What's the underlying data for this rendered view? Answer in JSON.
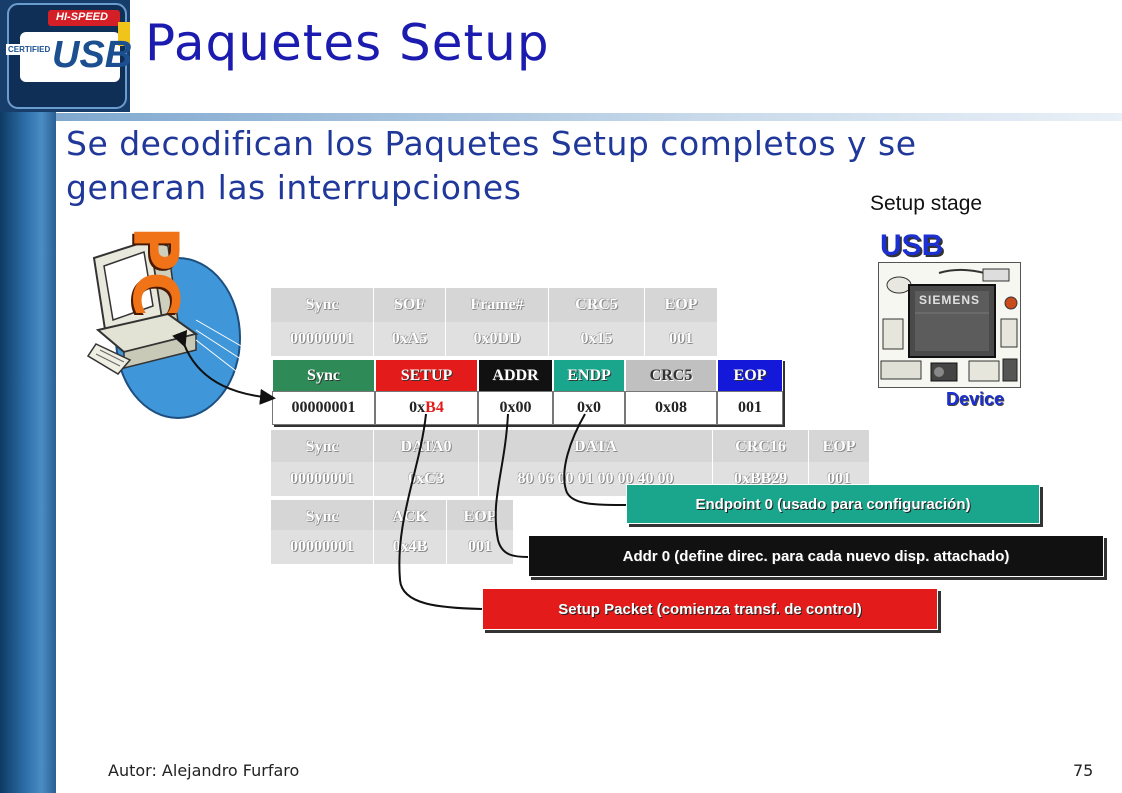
{
  "slide": {
    "title": "Paquetes Setup",
    "subtitle": "Se decodifican los Paquetes Setup completos y se generan las interrupciones",
    "author": "Autor: Alejandro Furfaro",
    "page_number": "75"
  },
  "logo": {
    "line1": "HI-SPEED",
    "line2": "USB",
    "line3": "CERTIFIED",
    "icon": "usb-certified-logo"
  },
  "pc": {
    "label": "PC",
    "icon": "desktop-computer-icon"
  },
  "device_panel": {
    "stage": "Setup stage",
    "usb": "USB",
    "device": "Device",
    "chip_brand": "SIEMENS",
    "icon": "usb-device-chip-icon"
  },
  "packets": {
    "sof": {
      "headers": [
        "Sync",
        "SOF",
        "Frame#",
        "CRC5",
        "EOP"
      ],
      "values": [
        "00000001",
        "0xA5",
        "0x0DD",
        "0x15",
        "001"
      ]
    },
    "setup": {
      "headers": [
        "Sync",
        "SETUP",
        "ADDR",
        "ENDP",
        "CRC5",
        "EOP"
      ],
      "values": [
        "00000001",
        "0x",
        "0x00",
        "0x0",
        "0x08",
        "001"
      ],
      "pid_highlight": "B4",
      "header_colors": [
        "#2e8b57",
        "#e31b1b",
        "#111111",
        "#19a68c",
        "#c0c0c0",
        "#1418d8"
      ],
      "highlight_color": "#e31b1b"
    },
    "data0": {
      "headers": [
        "Sync",
        "DATA0",
        "DATA",
        "CRC16",
        "EOP"
      ],
      "values": [
        "00000001",
        "0xC3",
        "80 06 00 01 00 00 40 00",
        "0xBB29",
        "001"
      ]
    },
    "ack": {
      "headers": [
        "Sync",
        "ACK",
        "EOP"
      ],
      "values": [
        "00000001",
        "0x4B",
        "001"
      ]
    }
  },
  "callouts": {
    "endpoint": {
      "text": "Endpoint 0 (usado para configuración)",
      "color": "#19a68c"
    },
    "addr": {
      "text": "Addr 0 (define direc. para cada nuevo disp. attachado)",
      "color": "#111111"
    },
    "setup": {
      "text": "Setup Packet (comienza transf. de control)",
      "color": "#e31b1b"
    }
  }
}
